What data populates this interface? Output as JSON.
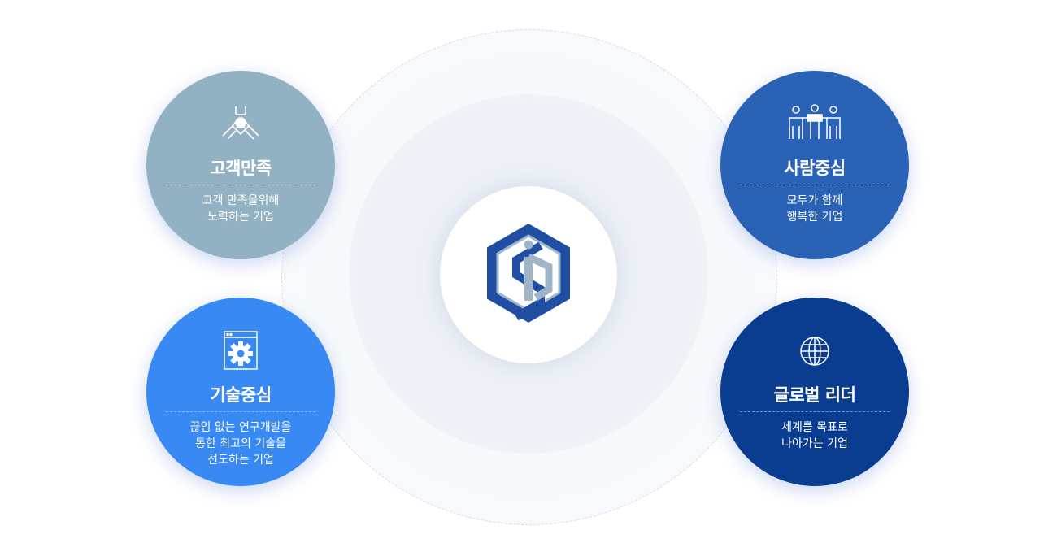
{
  "center": {
    "logo": "company-hexagon-logo"
  },
  "values": [
    {
      "key": "customer",
      "title": "고객만족",
      "icon": "handshake-icon",
      "lines": [
        "고객 만족을위해",
        "노력하는 기업"
      ],
      "color": "#92b1c3"
    },
    {
      "key": "people",
      "title": "사람중심",
      "icon": "people-group-icon",
      "lines": [
        "모두가 함께",
        "행복한 기업"
      ],
      "color": "#2a63b6"
    },
    {
      "key": "tech",
      "title": "기술중심",
      "icon": "gear-window-icon",
      "lines": [
        "끊임 없는 연구개발을",
        "통한 최고의 기술을",
        "선도하는 기업"
      ],
      "color": "#3889f3"
    },
    {
      "key": "global",
      "title": "글로벌 리더",
      "icon": "globe-icon",
      "lines": [
        "세계를 목표로",
        "나아가는 기업"
      ],
      "color": "#0a3c8f"
    }
  ]
}
